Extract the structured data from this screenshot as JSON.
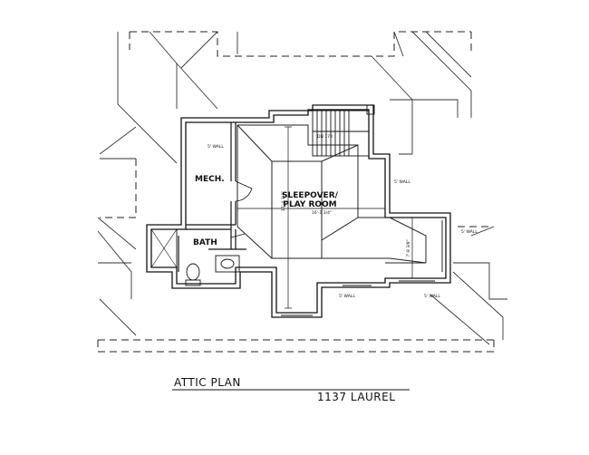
{
  "drawing": {
    "title": "ATTIC PLAN",
    "address": "1137 LAUREL"
  },
  "rooms": {
    "mech": "MECH.",
    "bath": "BATH",
    "sleepover_line1": "SLEEPOVER/",
    "sleepover_line2": "PLAY ROOM",
    "stair": "DN 17R"
  },
  "dimensions": {
    "room_width": "16'-1 3/4\"",
    "room_depth": "17'-4 1/4\"",
    "alcove_depth": "7'-8 3/8\""
  },
  "wall_notes": {
    "mech_wall": "5' WALL",
    "east_wall": "5' WALL",
    "right_wall": "5' WALL",
    "bottom_wall_left": "5' WALL",
    "bottom_wall_right": "5' WALL"
  }
}
